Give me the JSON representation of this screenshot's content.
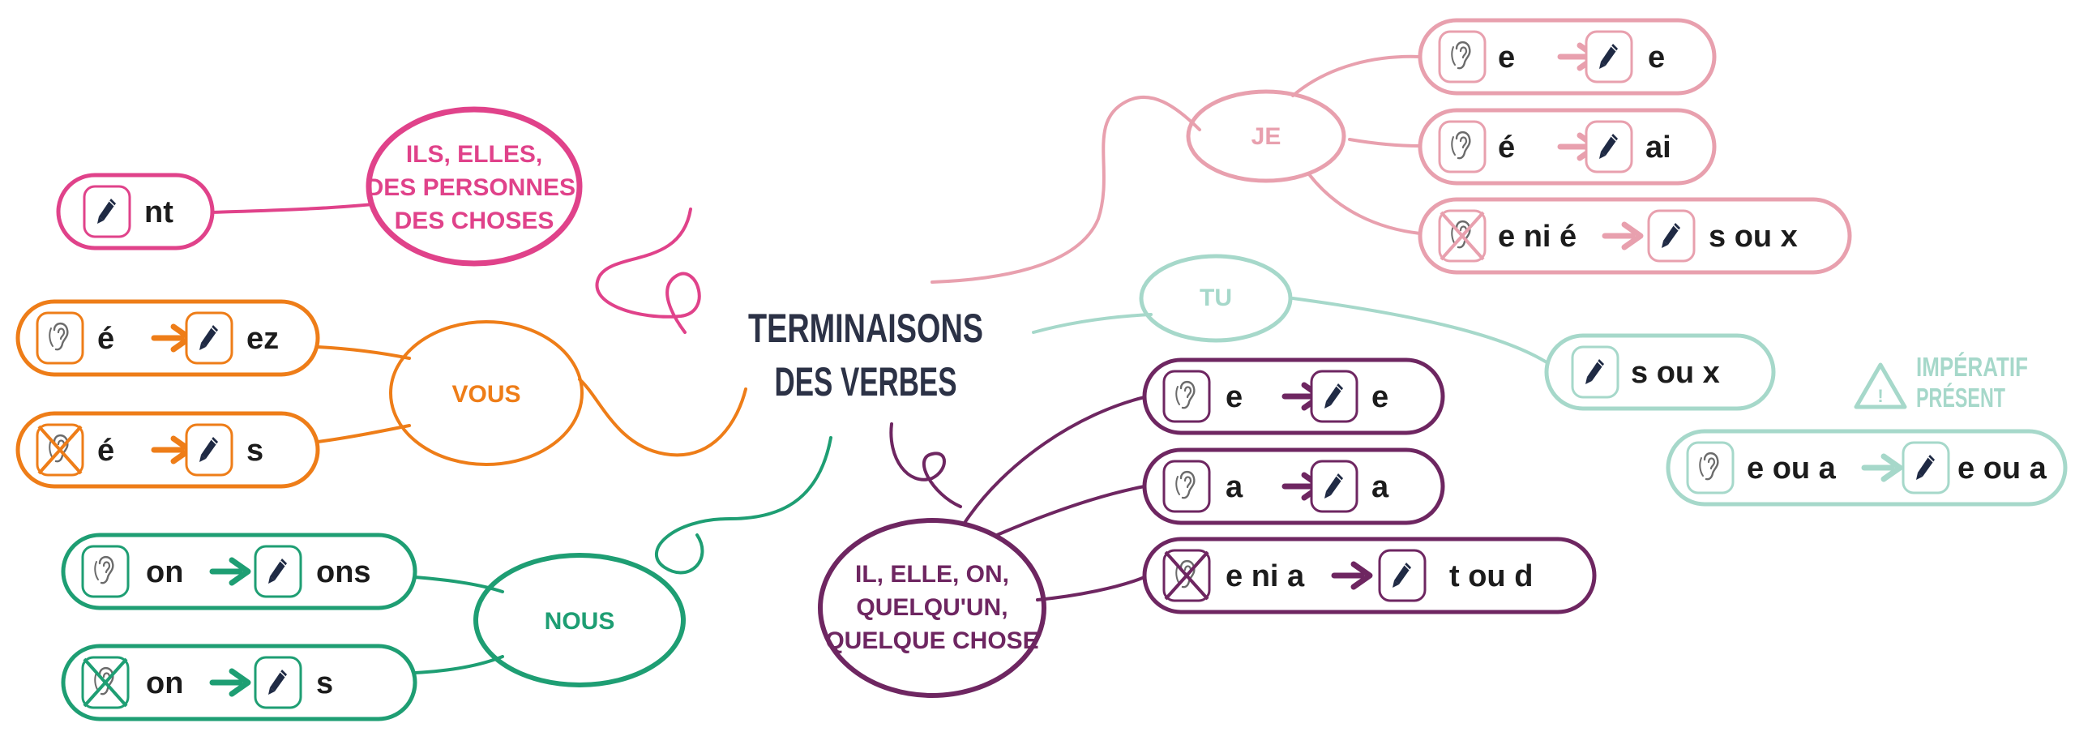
{
  "title": [
    "TERMINAISONS",
    "DES VERBES"
  ],
  "colors": {
    "je": "#e8a0ae",
    "tu": "#a6d8ca",
    "il": "#6e2661",
    "ils": "#e0428a",
    "vous": "#ee7d18",
    "nous": "#1e9e73",
    "imperatif": "#a6d8ca",
    "text": "#1c1c1c",
    "title": "#2c3246"
  },
  "groups": {
    "je": {
      "bubble": [
        "JE"
      ],
      "rules": [
        {
          "ear": "e",
          "pen": "e",
          "silent": false
        },
        {
          "ear": "é",
          "pen": "ai",
          "silent": false
        },
        {
          "ear": "e ni é",
          "pen": "s ou x",
          "silent": true
        }
      ]
    },
    "tu": {
      "bubble": [
        "TU"
      ],
      "rules": [
        {
          "ear": "",
          "pen": "s ou x",
          "silent": false
        }
      ]
    },
    "il": {
      "bubble": [
        "IL, ELLE, ON,",
        "QUELQU'UN,",
        "QUELQUE CHOSE"
      ],
      "rules": [
        {
          "ear": "e",
          "pen": "e",
          "silent": false
        },
        {
          "ear": "a",
          "pen": "a",
          "silent": false
        },
        {
          "ear": "e ni a",
          "pen": "t ou d",
          "silent": true
        }
      ]
    },
    "ils": {
      "bubble": [
        "ILS, ELLES,",
        "DES PERSONNES,",
        "DES CHOSES"
      ],
      "rules": [
        {
          "ear": "",
          "pen": "nt",
          "silent": false
        }
      ]
    },
    "vous": {
      "bubble": [
        "VOUS"
      ],
      "rules": [
        {
          "ear": "é",
          "pen": "ez",
          "silent": false
        },
        {
          "ear": "é",
          "pen": "s",
          "silent": true
        }
      ]
    },
    "nous": {
      "bubble": [
        "NOUS"
      ],
      "rules": [
        {
          "ear": "on",
          "pen": "ons",
          "silent": false
        },
        {
          "ear": "on",
          "pen": "s",
          "silent": true
        }
      ]
    }
  },
  "imperatif": {
    "label": [
      "IMPÉRATIF",
      "PRÉSENT"
    ],
    "rule": {
      "ear": "e ou a",
      "pen": "e ou a",
      "silent": false
    }
  },
  "icons": {
    "ear": "ear-icon",
    "pen": "pen-icon",
    "arrow": "arrow-right-icon",
    "warning": "warning-icon"
  }
}
